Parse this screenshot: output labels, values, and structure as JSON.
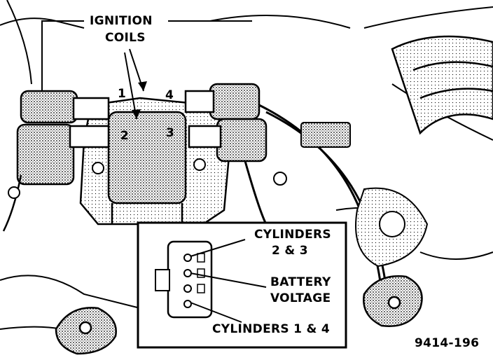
{
  "callouts": {
    "ignition_line1": "IGNITION",
    "ignition_line2": "COILS",
    "cylinders_23_line1": "CYLINDERS",
    "cylinders_23_line2": "2 & 3",
    "battery_line1": "BATTERY",
    "battery_line2": "VOLTAGE",
    "cylinders_14": "CYLINDERS 1 & 4"
  },
  "coil_numbers": {
    "n1": "1",
    "n2": "2",
    "n3": "3",
    "n4": "4"
  },
  "figure_id": "9414-196",
  "colors": {
    "ink": "#000000",
    "paper": "#ffffff",
    "shade": "#9a9a9a"
  }
}
